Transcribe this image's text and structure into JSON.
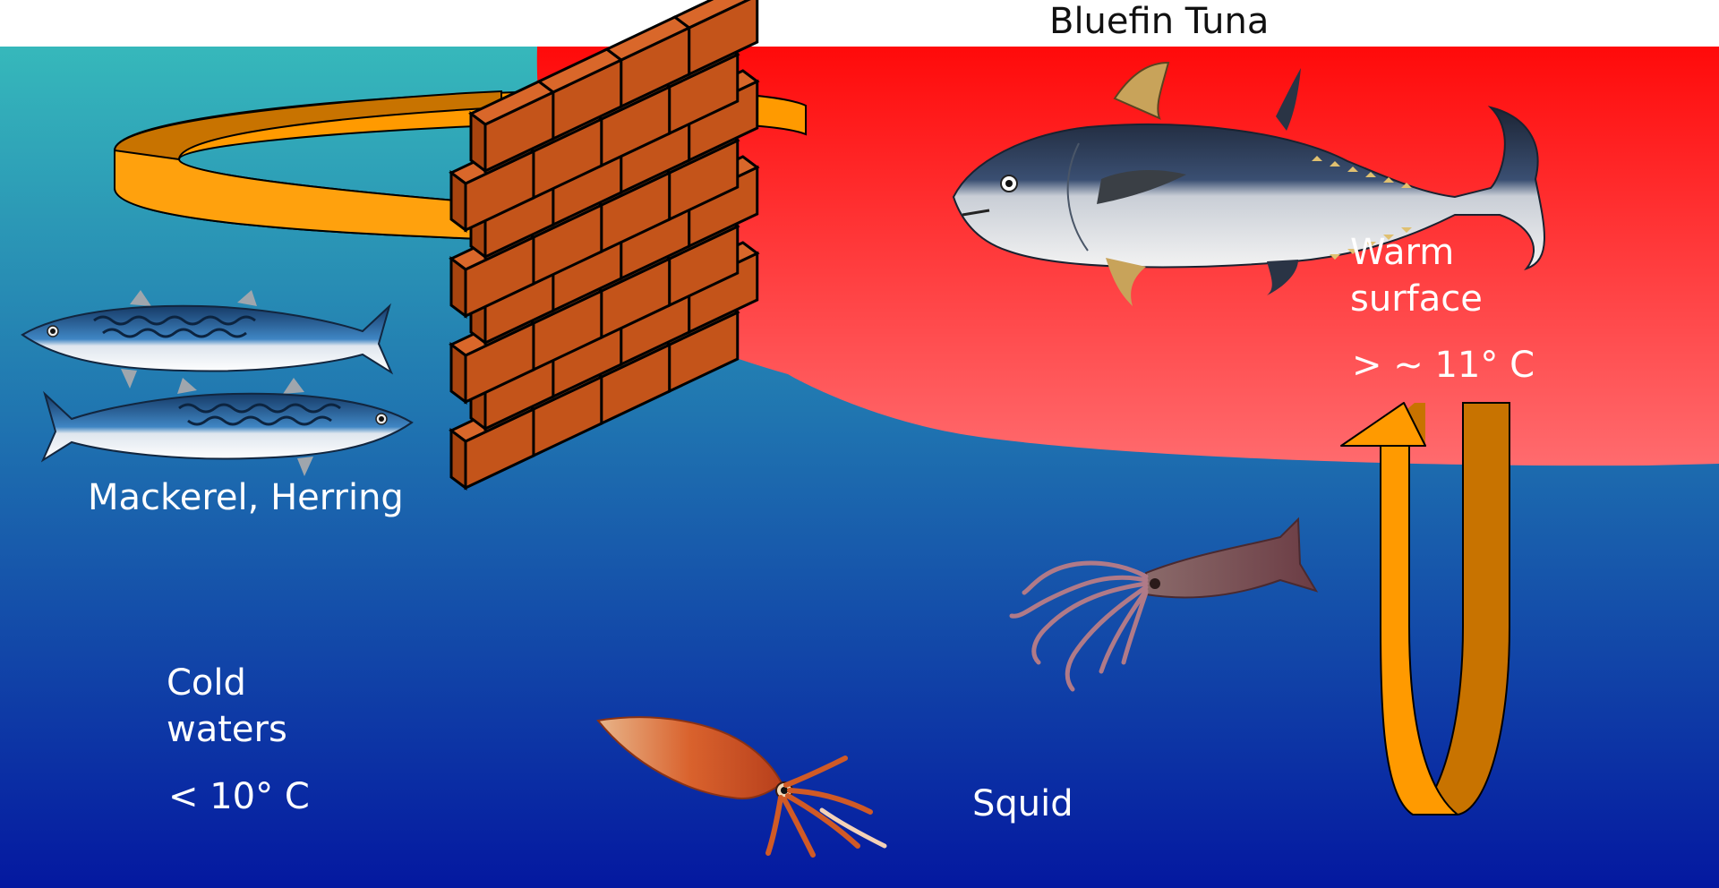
{
  "title": "Bluefin Tuna",
  "labels": {
    "forage_fish": "Mackerel, Herring",
    "warm_line1": "Warm",
    "warm_line2": "surface",
    "warm_temp": "> ~ 11° C",
    "cold_line1": "Cold",
    "cold_line2": "waters",
    "cold_temp": "< 10° C",
    "squid": "Squid"
  },
  "colors": {
    "cold_water_top": "#36b8bb",
    "cold_water_bottom": "#0418a0",
    "warm_layer_top": "#ff0a0a",
    "warm_layer_bottom": "#ff6b6e",
    "arrow_orange": "#ff9a00",
    "arrow_shade": "#c87300",
    "brick": "#c4541a",
    "brick_outline": "#000000"
  },
  "icons": {
    "tuna": "bluefin-tuna-illustration",
    "mackerel": "mackerel-illustration",
    "squid": "squid-illustration",
    "wall": "brick-wall-icon",
    "loop_arrow": "return-loop-arrow-icon",
    "vertical_arrow": "vertical-migration-arrow-icon"
  }
}
